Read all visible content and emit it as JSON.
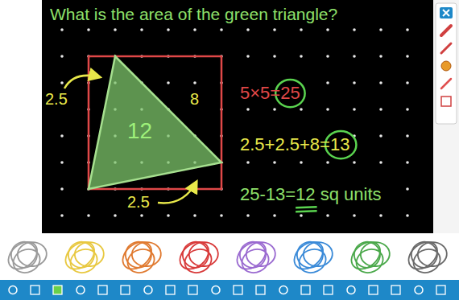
{
  "diagram": {
    "title": "What is the area of the green triangle?",
    "labels": [
      "2.5",
      "8",
      "12",
      "2.5",
      "5×5=25",
      "2.5+2.5+8=13",
      "25-13=12 sq units"
    ]
  }
}
